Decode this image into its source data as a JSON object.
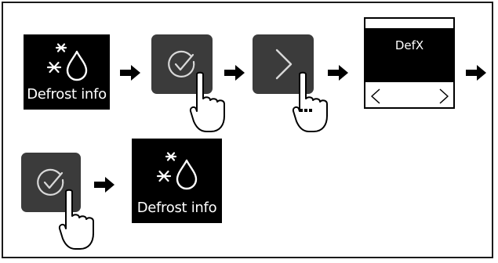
{
  "steps": {
    "panel_1": {
      "label": "Defrost info",
      "icon": "defrost-icon"
    },
    "confirm_button_1": {
      "icon": "check-circle-icon",
      "gesture": "hand-tap-icon"
    },
    "next_button": {
      "icon": "chevron-right-icon",
      "gesture": "hand-tap-repeat-icon"
    },
    "display": {
      "text": "DefX",
      "left_icon": "chevron-left-icon",
      "right_icon": "chevron-right-icon"
    },
    "confirm_button_2": {
      "icon": "check-circle-icon",
      "gesture": "hand-tap-icon"
    },
    "panel_2": {
      "label": "Defrost info",
      "icon": "defrost-icon"
    }
  },
  "colors": {
    "panel": "#000000",
    "button": "#3b3b3b",
    "arrow": "#000000",
    "border": "#1a1a1a"
  }
}
